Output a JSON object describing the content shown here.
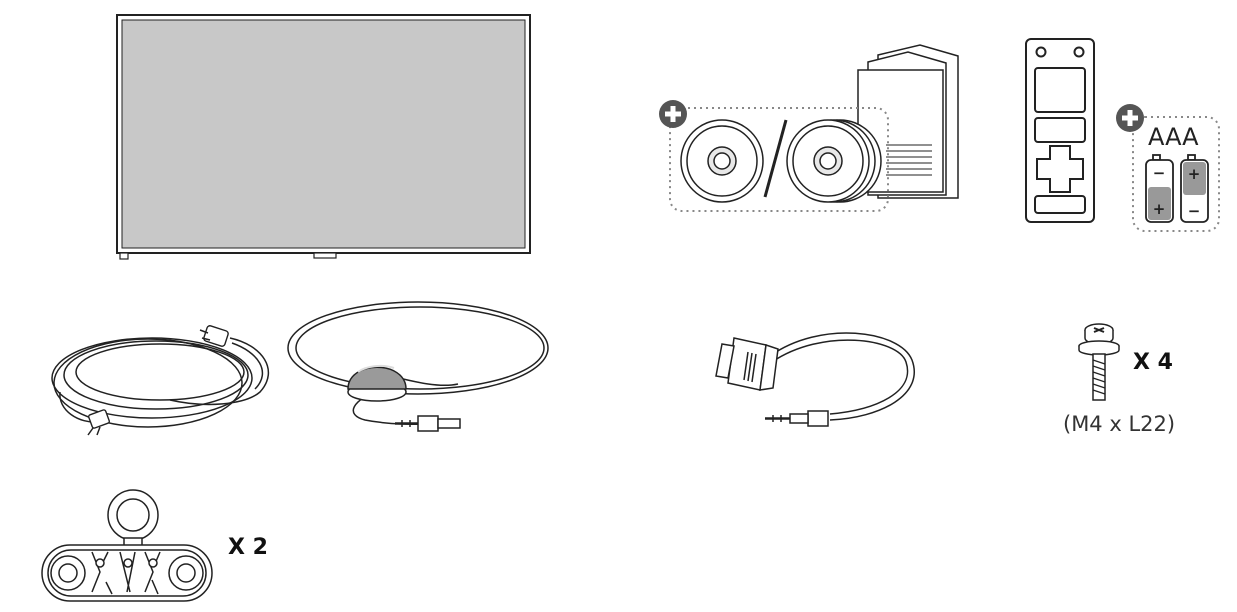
{
  "labels": {
    "screw_quantity": "X 4",
    "screw_spec": "(M4 x L22)",
    "cable_holder_quantity": "X 2",
    "battery_type": "AAA"
  },
  "battery_signs": {
    "plus": "+",
    "minus": "−"
  },
  "icons": [
    "monitor-icon",
    "cd-icon",
    "manual-icon",
    "remote-control-icon",
    "battery-icon",
    "power-cord-icon",
    "ir-sensor-icon",
    "rs232-cable-icon",
    "screw-icon",
    "cable-holder-icon",
    "plus-badge-icon"
  ],
  "colors": {
    "line": "#222222",
    "screen": "#c8c8c8",
    "dotted": "#888888",
    "badge": "#555555"
  }
}
